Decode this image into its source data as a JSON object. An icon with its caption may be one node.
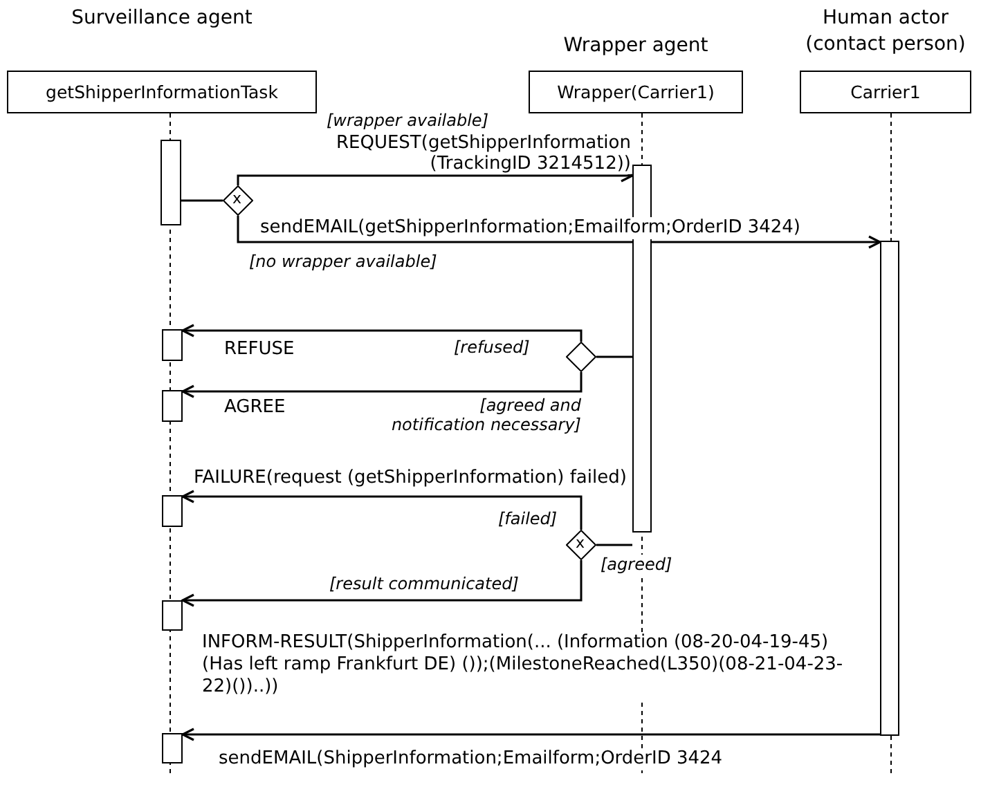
{
  "diagram": {
    "nodes": [
      {
        "text": [
          "Surveillance agent",
          "getShipperInformationTask"
        ]
      },
      {
        "text": [
          "Wrapper agent",
          "Wrapper(Carrier1)"
        ]
      },
      {
        "text": [
          "Human actor (contact person)",
          "Carrier1"
        ]
      },
      {
        "text": [],
        "shape": "bar"
      },
      {
        "text": [
          "x"
        ]
      },
      {
        "text": [],
        "shape": "bar"
      },
      {
        "text": [],
        "shape": "bar"
      },
      {
        "text": [],
        "shape": "bar"
      },
      {
        "text": [],
        "shape": "bar"
      },
      {
        "text": [],
        "shape": "diamond"
      },
      {
        "text": [],
        "shape": "bar"
      },
      {
        "text": [
          "x"
        ]
      },
      {
        "text": [],
        "shape": "bar"
      },
      {
        "text": [],
        "shape": "bar"
      }
    ],
    "edges": [
      {
        "from": 3,
        "to": 4,
        "arrow": "none"
      },
      {
        "from": 4,
        "to": 5,
        "arrow": "to",
        "label": "REQUEST(getShipperInformation (TrackingID 3214512))"
      },
      {
        "from": 4,
        "to": 6,
        "arrow": "to",
        "label": "sendEMAIL(getShipperInformation;Emailform;OrderID 3424)"
      },
      {
        "from": 5,
        "to": 9,
        "arrow": "none"
      },
      {
        "from": 9,
        "to": 7,
        "arrow": "to",
        "label": "REFUSE"
      },
      {
        "from": 9,
        "to": 8,
        "arrow": "to",
        "label": "AGREE"
      },
      {
        "from": 5,
        "to": 11,
        "arrow": "none"
      },
      {
        "from": 11,
        "to": 10,
        "arrow": "to",
        "label": "FAILURE(request (getShipperInformation) failed)"
      },
      {
        "from": 11,
        "to": 12,
        "arrow": "to",
        "label": "INFORM-RESULT(ShipperInformation(... (Information (08-20-04-19-45)(Has left ramp Frankfurt DE) ());(MilestoneReached(L350)(08-21-04-23-22)())..))"
      },
      {
        "from": 6,
        "to": 13,
        "arrow": "to",
        "label": "sendEMAIL(ShipperInformation;Emailform;OrderID 3424"
      }
    ],
    "labels": [
      "[wrapper available]",
      "[no wrapper available]",
      "[refused]",
      "[agreed and notification necessary]",
      "[failed]",
      "[agreed]",
      "[result communicated]"
    ]
  }
}
